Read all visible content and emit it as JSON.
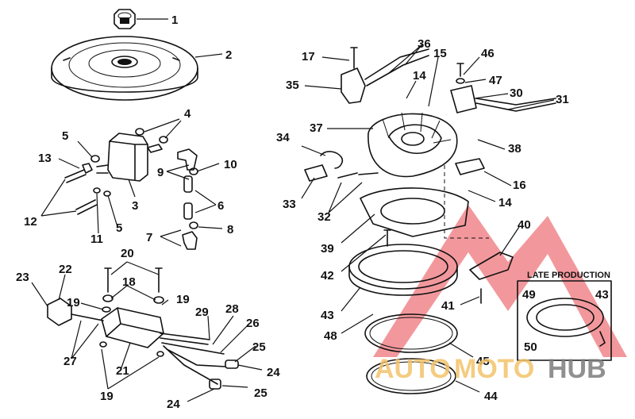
{
  "callouts": [
    {
      "id": "c1",
      "label": "1"
    },
    {
      "id": "c2",
      "label": "2"
    },
    {
      "id": "c3",
      "label": "3"
    },
    {
      "id": "c4",
      "label": "4"
    },
    {
      "id": "c5a",
      "label": "5"
    },
    {
      "id": "c5b",
      "label": "5"
    },
    {
      "id": "c6",
      "label": "6"
    },
    {
      "id": "c7",
      "label": "7"
    },
    {
      "id": "c8",
      "label": "8"
    },
    {
      "id": "c9",
      "label": "9"
    },
    {
      "id": "c10",
      "label": "10"
    },
    {
      "id": "c11",
      "label": "11"
    },
    {
      "id": "c12",
      "label": "12"
    },
    {
      "id": "c13",
      "label": "13"
    },
    {
      "id": "c14a",
      "label": "14"
    },
    {
      "id": "c14b",
      "label": "14"
    },
    {
      "id": "c15",
      "label": "15"
    },
    {
      "id": "c16",
      "label": "16"
    },
    {
      "id": "c17",
      "label": "17"
    },
    {
      "id": "c18",
      "label": "18"
    },
    {
      "id": "c19a",
      "label": "19"
    },
    {
      "id": "c19b",
      "label": "19"
    },
    {
      "id": "c19c",
      "label": "19"
    },
    {
      "id": "c20",
      "label": "20"
    },
    {
      "id": "c21",
      "label": "21"
    },
    {
      "id": "c22",
      "label": "22"
    },
    {
      "id": "c23",
      "label": "23"
    },
    {
      "id": "c24a",
      "label": "24"
    },
    {
      "id": "c24b",
      "label": "24"
    },
    {
      "id": "c25a",
      "label": "25"
    },
    {
      "id": "c25b",
      "label": "25"
    },
    {
      "id": "c26",
      "label": "26"
    },
    {
      "id": "c27",
      "label": "27"
    },
    {
      "id": "c28",
      "label": "28"
    },
    {
      "id": "c29",
      "label": "29"
    },
    {
      "id": "c30",
      "label": "30"
    },
    {
      "id": "c31",
      "label": "31"
    },
    {
      "id": "c32",
      "label": "32"
    },
    {
      "id": "c33",
      "label": "33"
    },
    {
      "id": "c34",
      "label": "34"
    },
    {
      "id": "c35",
      "label": "35"
    },
    {
      "id": "c36",
      "label": "36"
    },
    {
      "id": "c37",
      "label": "37"
    },
    {
      "id": "c38",
      "label": "38"
    },
    {
      "id": "c39",
      "label": "39"
    },
    {
      "id": "c40",
      "label": "40"
    },
    {
      "id": "c41",
      "label": "41"
    },
    {
      "id": "c42",
      "label": "42"
    },
    {
      "id": "c43a",
      "label": "43"
    },
    {
      "id": "c43b",
      "label": "43"
    },
    {
      "id": "c44",
      "label": "44"
    },
    {
      "id": "c45",
      "label": "45"
    },
    {
      "id": "c46",
      "label": "46"
    },
    {
      "id": "c47",
      "label": "47"
    },
    {
      "id": "c48",
      "label": "48"
    },
    {
      "id": "c49",
      "label": "49"
    },
    {
      "id": "c50",
      "label": "50"
    }
  ],
  "inset": {
    "title": "LATE PRODUCTION"
  },
  "watermark": {
    "text_auto": "AUTO",
    "text_moto": "MOTO",
    "text_hub": "HUB",
    "color_red": "#e8434a",
    "color_yellow": "#f3c46b",
    "color_gray": "#7d7d7d"
  }
}
